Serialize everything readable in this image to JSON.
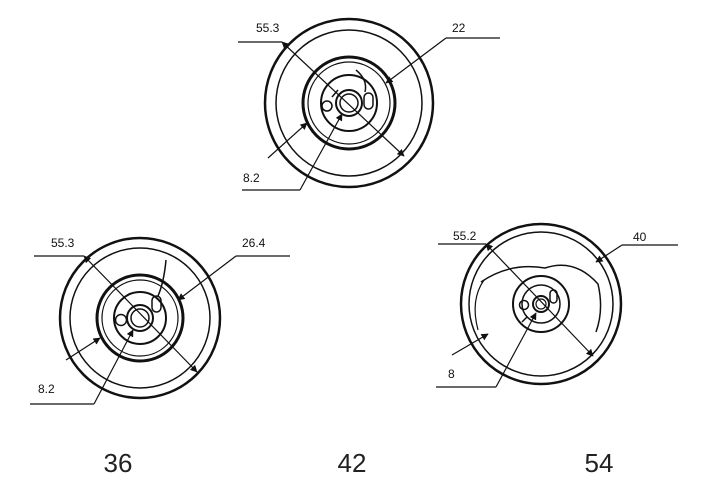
{
  "diagrams": [
    {
      "id": "size-42",
      "caption": "42",
      "labels": {
        "outer_diameter": "55.3",
        "hub_diameter": "22",
        "pin_offset": "8.2"
      }
    },
    {
      "id": "size-36",
      "caption": "36",
      "labels": {
        "outer_diameter": "55.3",
        "hub_diameter": "26.4",
        "pin_offset": "8.2"
      }
    },
    {
      "id": "size-54",
      "caption": "54",
      "labels": {
        "outer_diameter": "55.2",
        "hub_diameter": "40",
        "pin_offset": "8"
      }
    }
  ]
}
